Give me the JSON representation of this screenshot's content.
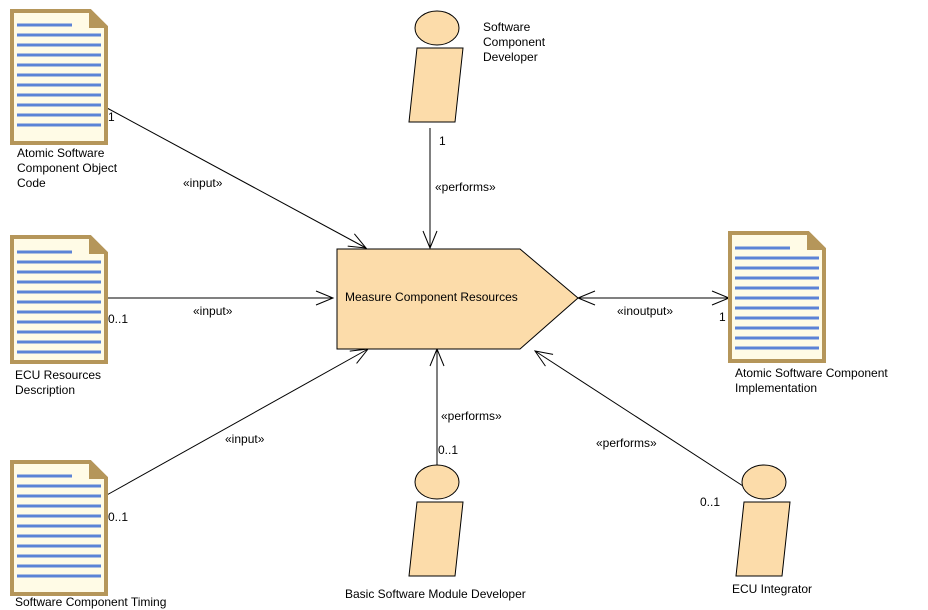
{
  "task": {
    "label": "Measure Component Resources"
  },
  "artifacts": {
    "object_code": {
      "label": "Atomic Software\nComponent Object\nCode",
      "multiplicity": "1",
      "relation": "«input»"
    },
    "ecu_resources": {
      "label": "ECU Resources\nDescription",
      "multiplicity": "0..1",
      "relation": "«input»"
    },
    "timing": {
      "label": "Software Component Timing",
      "multiplicity": "0..1",
      "relation": "«input»"
    },
    "implementation": {
      "label": "Atomic Software Component\nImplementation",
      "multiplicity": "1",
      "relation": "«inoutput»"
    }
  },
  "roles": {
    "swc_developer": {
      "label": "Software\nComponent\nDeveloper",
      "multiplicity": "1",
      "relation": "«performs»"
    },
    "bsw_developer": {
      "label": "Basic Software Module Developer",
      "multiplicity": "0..1",
      "relation": "«performs»"
    },
    "ecu_integrator": {
      "label": "ECU Integrator",
      "multiplicity": "0..1",
      "relation": "«performs»"
    }
  },
  "colors": {
    "fill": "#fcdcaa",
    "doc_border": "#b5965a",
    "doc_lines": "#5b83d6",
    "stroke": "#000000"
  }
}
